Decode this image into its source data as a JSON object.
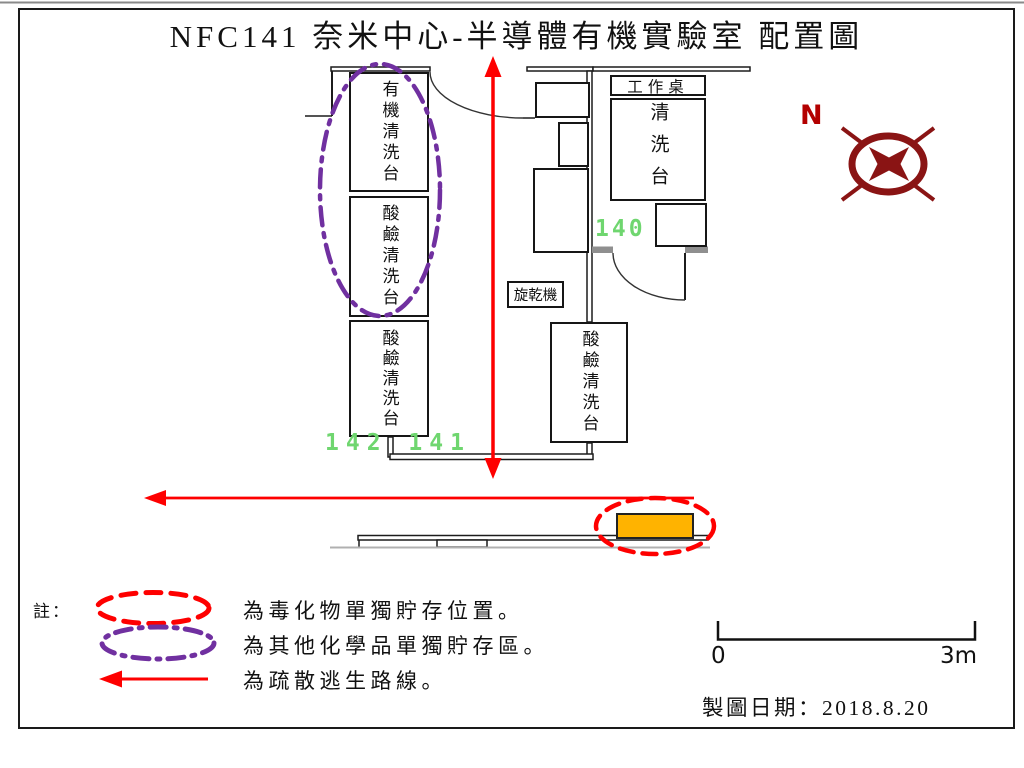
{
  "page": {
    "title": "NFC141 奈米中心-半導體有機實驗室 配置圖"
  },
  "compass": {
    "north_label": "N"
  },
  "floor_plan": {
    "room_labels": {
      "room_140": "140",
      "rooms_142_141": "142 141"
    },
    "equipment": {
      "organic_wash_station": "有機清洗台",
      "acid_wash_station_upper": "酸鹼清洗台",
      "acid_wash_station_lower": "酸鹼清洗台",
      "acid_wash_station_right": "酸鹼清洗台",
      "work_desk": "工作桌",
      "wash_station_140": "清洗台",
      "spin_dryer": "旋乾機"
    }
  },
  "legend": {
    "note_label": "註：",
    "items": [
      {
        "symbol": "red-dashed-ellipse",
        "text": "為毒化物單獨貯存位置。"
      },
      {
        "symbol": "purple-dashdot-ellipse",
        "text": "為其他化學品單獨貯存區。"
      },
      {
        "symbol": "red-left-arrow",
        "text": "為疏散逃生路線。"
      }
    ]
  },
  "scale_bar": {
    "start_label": "0",
    "end_label": "3m"
  },
  "footer": {
    "date_text": "製圖日期：2018.8.20"
  },
  "colors": {
    "escape_route_red": "#fe0000",
    "chemical_purple": "#7030a0",
    "room_number_green": "#6fd66f",
    "toxic_storage_orange": "#ffb300",
    "compass_maroon": "#8a1414",
    "north_red": "#b30000",
    "wall_black": "#1c1c1c"
  }
}
